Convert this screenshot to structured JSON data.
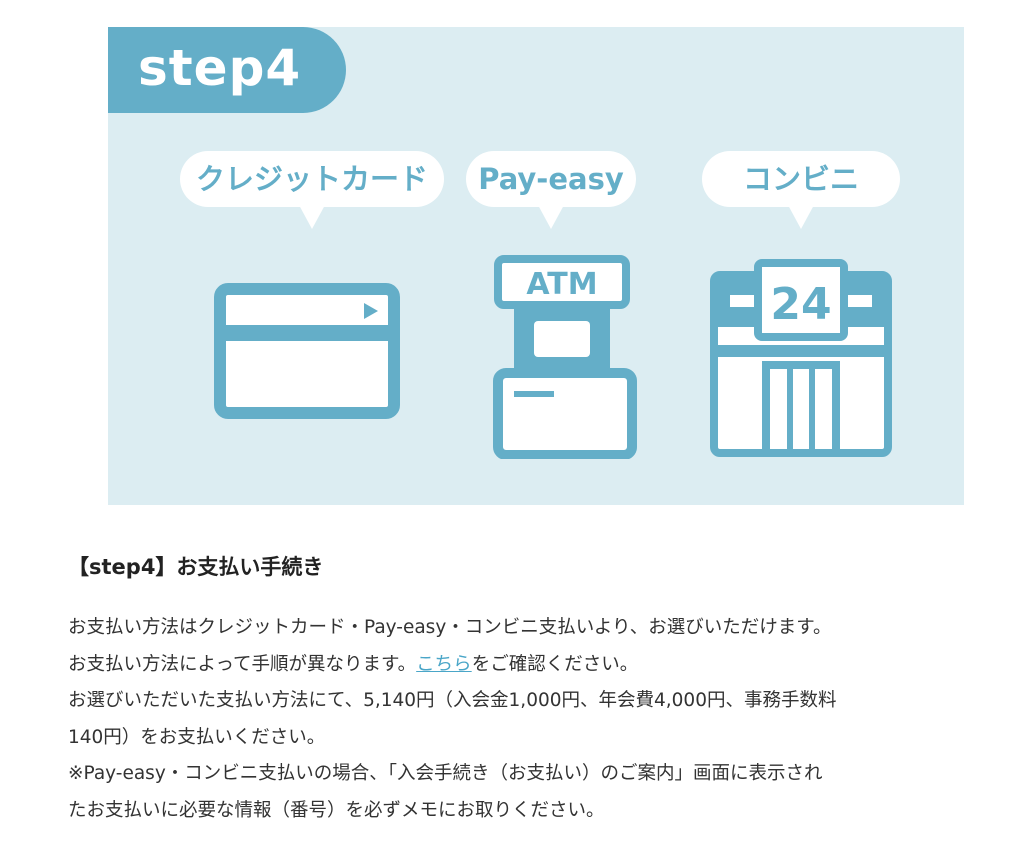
{
  "banner": {
    "step_label": "step4",
    "bubbles": [
      "クレジットカード",
      "Pay-easy",
      "コンビニ"
    ],
    "atm_label": "ATM",
    "store_label": "24",
    "colors": {
      "accent": "#64aec8",
      "background": "#dcedf2",
      "white": "#ffffff"
    }
  },
  "heading": "【step4】お支払い手続き",
  "body": {
    "line1": "お支払い方法はクレジットカード・Pay-easy・コンビニ支払いより、お選びいただけます。",
    "line2_before": "お支払い方法によって手順が異なります。",
    "line2_link": "こちら",
    "line2_after": "をご確認ください。",
    "line3": "お選びいただいた支払い方法にて、5,140円（入会金1,000円、年会費4,000円、事務手数料",
    "line4": "140円）をお支払いください。",
    "line5": "※Pay-easy・コンビニ支払いの場合、「入会手続き（お支払い）のご案内」画面に表示され",
    "line6": "たお支払いに必要な情報（番号）を必ずメモにお取りください。"
  }
}
